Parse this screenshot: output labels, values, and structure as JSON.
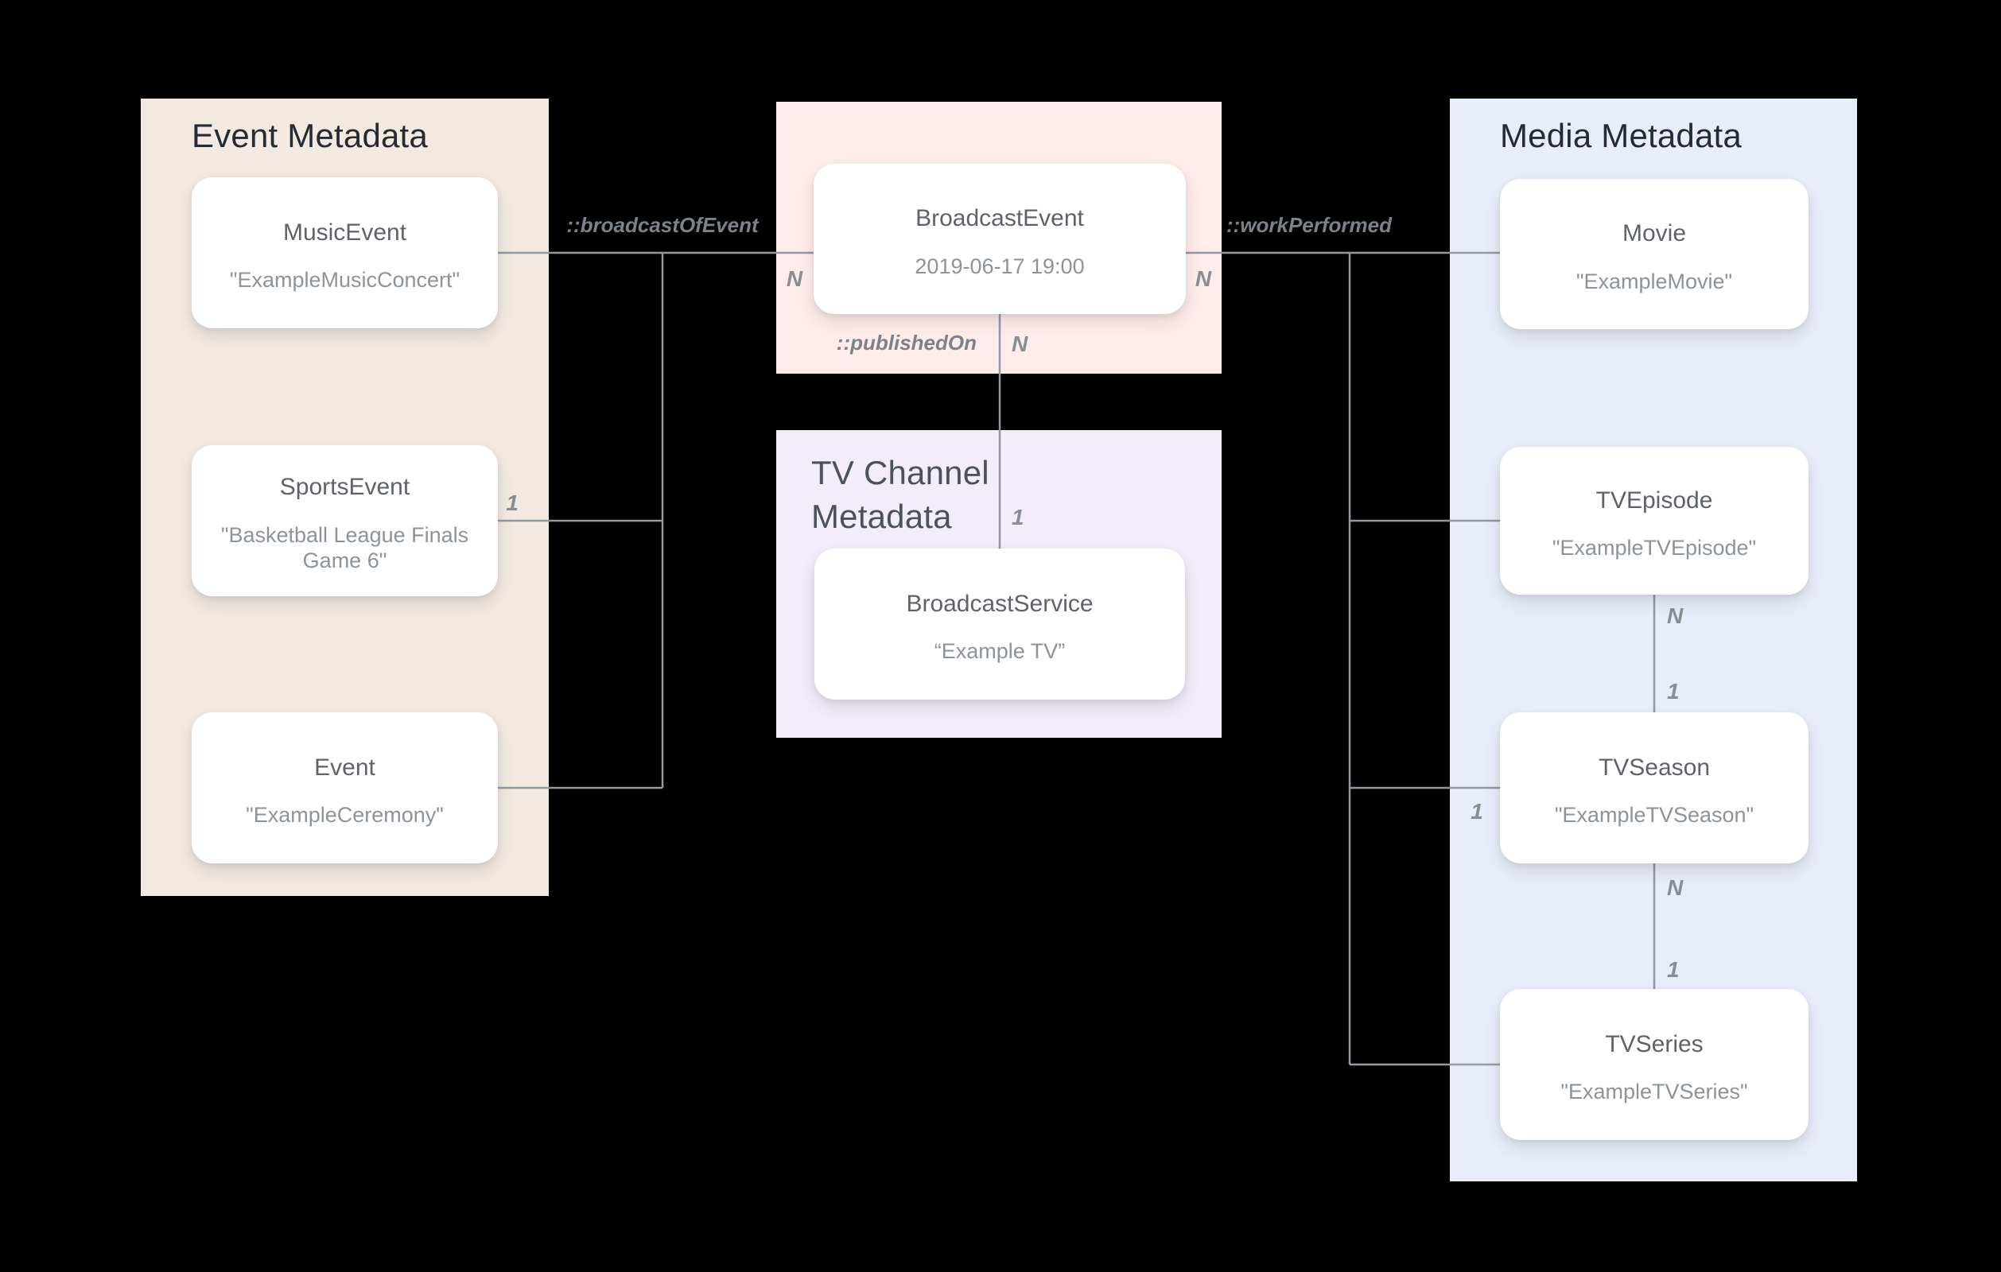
{
  "colors": {
    "event-panel-bg": "#f2e9e1",
    "broadcast-panel-bg": "#fdecea",
    "tv-channel-panel-bg": "#f3ecf9",
    "media-panel-bg": "#e8edfb",
    "node-bg": "#ffffff",
    "line": "#93999f",
    "header-text": "#262b31",
    "tv-header-text": "#4c525a",
    "node-title-text": "#5f6368",
    "node-subtitle-text": "#8d939a",
    "edge-label-text": "#7b828a",
    "cardinality-text": "#878d93"
  },
  "panels": {
    "event": {
      "title": "Event Metadata"
    },
    "tv_channel": {
      "title": "TV Channel Metadata"
    },
    "media": {
      "title": "Media Metadata"
    }
  },
  "nodes": {
    "music_event": {
      "title": "MusicEvent",
      "subtitle": "\"ExampleMusicConcert\""
    },
    "sports_event": {
      "title": "SportsEvent",
      "subtitle": "\"Basketball League Finals Game 6\""
    },
    "event": {
      "title": "Event",
      "subtitle": "\"ExampleCeremony\""
    },
    "broadcast_event": {
      "title": "BroadcastEvent",
      "subtitle": "2019-06-17 19:00"
    },
    "broadcast_service": {
      "title": "BroadcastService",
      "subtitle": "“Example TV”"
    },
    "movie": {
      "title": "Movie",
      "subtitle": "\"ExampleMovie\""
    },
    "tv_episode": {
      "title": "TVEpisode",
      "subtitle": "\"ExampleTVEpisode\""
    },
    "tv_season": {
      "title": "TVSeason",
      "subtitle": "\"ExampleTVSeason\""
    },
    "tv_series": {
      "title": "TVSeries",
      "subtitle": "\"ExampleTVSeries\""
    }
  },
  "edge_labels": {
    "broadcast_of_event": "::broadcastOfEvent",
    "work_performed": "::workPerformed",
    "published_on": "::publishedOn"
  },
  "cardinalities": {
    "broadcast_left_n": "N",
    "broadcast_right_n": "N",
    "published_on_n": "N",
    "service_one": "1",
    "sports_one": "1",
    "season_branch_one": "1",
    "episode_n": "N",
    "episode_season_one": "1",
    "season_n": "N",
    "season_series_one": "1"
  }
}
